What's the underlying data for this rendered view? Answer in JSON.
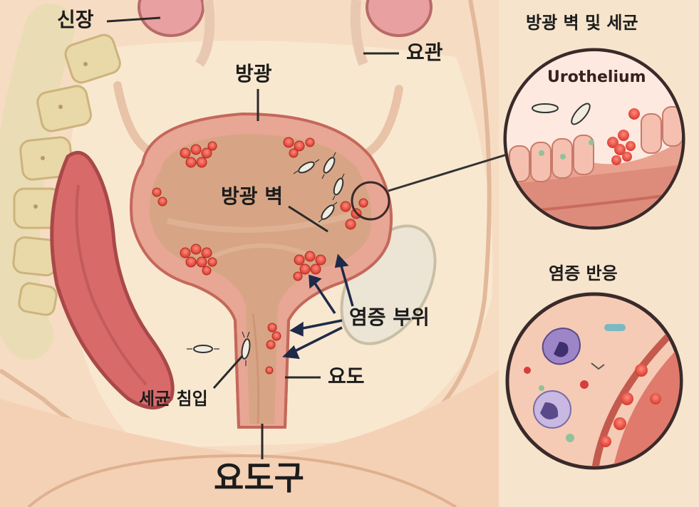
{
  "labels": {
    "kidney": "신장",
    "ureter": "요관",
    "bladder": "방광",
    "bladder_wall": "방광 벽",
    "inflammation_site": "염증 부위",
    "urethra": "요도",
    "bacterial_invasion": "세균 침입",
    "urethral_opening": "요도구"
  },
  "insets": {
    "wall_title": "방광 벽 및 세균",
    "wall_layer": "Urothelium",
    "inflammation_title": "염증 반응"
  },
  "colors": {
    "background": "#f6e4cc",
    "tissue": "#f1c8ac",
    "bladder_wall": "#e49a88",
    "bladder_lumen": "#d8a586",
    "inflamed": "#e8473c",
    "spine": "#e7d9b0"
  }
}
